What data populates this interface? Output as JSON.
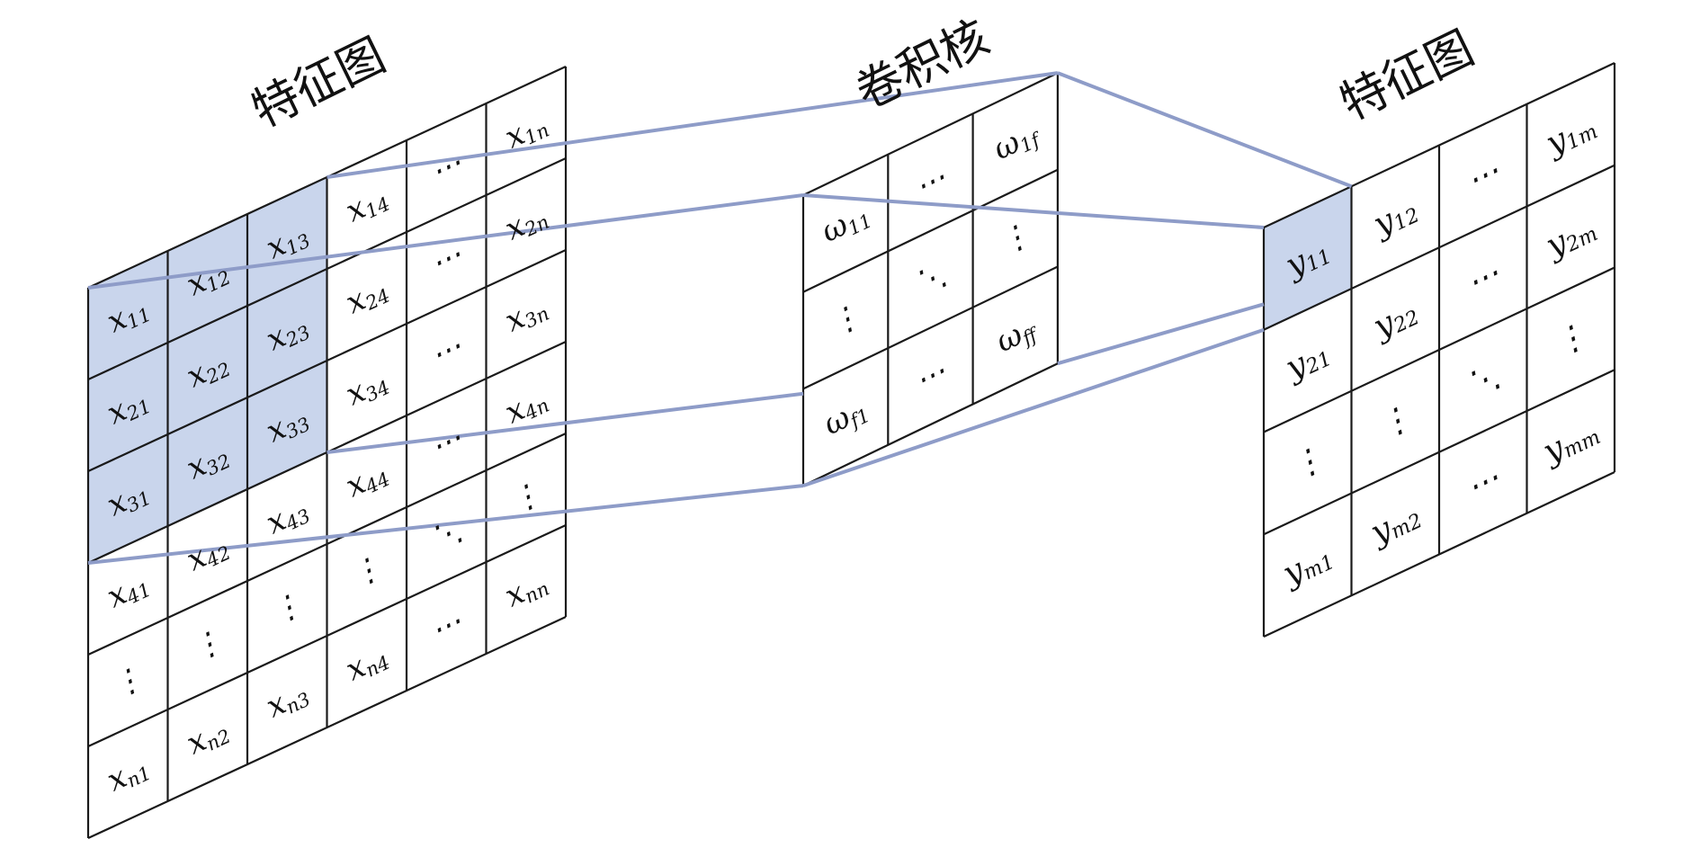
{
  "colors": {
    "highlight": "#c9d5ec",
    "connector": "#8e9cc8",
    "line": "#1a1a1a"
  },
  "planes": [
    {
      "id": "input",
      "title": "特征图",
      "rows": 6,
      "cols": 6,
      "highlight": [
        [
          0,
          0
        ],
        [
          0,
          1
        ],
        [
          0,
          2
        ],
        [
          1,
          0
        ],
        [
          1,
          1
        ],
        [
          1,
          2
        ],
        [
          2,
          0
        ],
        [
          2,
          1
        ],
        [
          2,
          2
        ]
      ],
      "cells": [
        [
          {
            "b": "x",
            "s": "11"
          },
          {
            "b": "x",
            "s": "12"
          },
          {
            "b": "x",
            "s": "13"
          },
          {
            "b": "x",
            "s": "14"
          },
          {
            "b": "⋯",
            "s": ""
          },
          {
            "b": "x",
            "s": "1n"
          }
        ],
        [
          {
            "b": "x",
            "s": "21"
          },
          {
            "b": "x",
            "s": "22"
          },
          {
            "b": "x",
            "s": "23"
          },
          {
            "b": "x",
            "s": "24"
          },
          {
            "b": "⋯",
            "s": ""
          },
          {
            "b": "x",
            "s": "2n"
          }
        ],
        [
          {
            "b": "x",
            "s": "31"
          },
          {
            "b": "x",
            "s": "32"
          },
          {
            "b": "x",
            "s": "33"
          },
          {
            "b": "x",
            "s": "34"
          },
          {
            "b": "⋯",
            "s": ""
          },
          {
            "b": "x",
            "s": "3n"
          }
        ],
        [
          {
            "b": "x",
            "s": "41"
          },
          {
            "b": "x",
            "s": "42"
          },
          {
            "b": "x",
            "s": "43"
          },
          {
            "b": "x",
            "s": "44"
          },
          {
            "b": "⋯",
            "s": ""
          },
          {
            "b": "x",
            "s": "4n"
          }
        ],
        [
          {
            "b": "⋮",
            "s": ""
          },
          {
            "b": "⋮",
            "s": ""
          },
          {
            "b": "⋮",
            "s": ""
          },
          {
            "b": "⋮",
            "s": ""
          },
          {
            "b": "⋱",
            "s": ""
          },
          {
            "b": "⋮",
            "s": ""
          }
        ],
        [
          {
            "b": "x",
            "s": "n1"
          },
          {
            "b": "x",
            "s": "n2"
          },
          {
            "b": "x",
            "s": "n3"
          },
          {
            "b": "x",
            "s": "n4"
          },
          {
            "b": "⋯",
            "s": ""
          },
          {
            "b": "x",
            "s": "nn"
          }
        ]
      ]
    },
    {
      "id": "kernel",
      "title": "卷积核",
      "rows": 3,
      "cols": 3,
      "highlight": [],
      "cells": [
        [
          {
            "b": "ω",
            "s": "11"
          },
          {
            "b": "⋯",
            "s": ""
          },
          {
            "b": "ω",
            "s": "1f"
          }
        ],
        [
          {
            "b": "⋮",
            "s": ""
          },
          {
            "b": "⋱",
            "s": ""
          },
          {
            "b": "⋮",
            "s": ""
          }
        ],
        [
          {
            "b": "ω",
            "s": "f1"
          },
          {
            "b": "⋯",
            "s": ""
          },
          {
            "b": "ω",
            "s": "ff"
          }
        ]
      ]
    },
    {
      "id": "output",
      "title": "特征图",
      "rows": 4,
      "cols": 4,
      "highlight": [
        [
          0,
          0
        ]
      ],
      "cells": [
        [
          {
            "b": "y",
            "s": "11"
          },
          {
            "b": "y",
            "s": "12"
          },
          {
            "b": "⋯",
            "s": ""
          },
          {
            "b": "y",
            "s": "1m"
          }
        ],
        [
          {
            "b": "y",
            "s": "21"
          },
          {
            "b": "y",
            "s": "22"
          },
          {
            "b": "⋯",
            "s": ""
          },
          {
            "b": "y",
            "s": "2m"
          }
        ],
        [
          {
            "b": "⋮",
            "s": ""
          },
          {
            "b": "⋮",
            "s": ""
          },
          {
            "b": "⋱",
            "s": ""
          },
          {
            "b": "⋮",
            "s": ""
          }
        ],
        [
          {
            "b": "y",
            "s": "m1"
          },
          {
            "b": "y",
            "s": "m2"
          },
          {
            "b": "⋯",
            "s": ""
          },
          {
            "b": "y",
            "s": "mm"
          }
        ]
      ]
    }
  ]
}
